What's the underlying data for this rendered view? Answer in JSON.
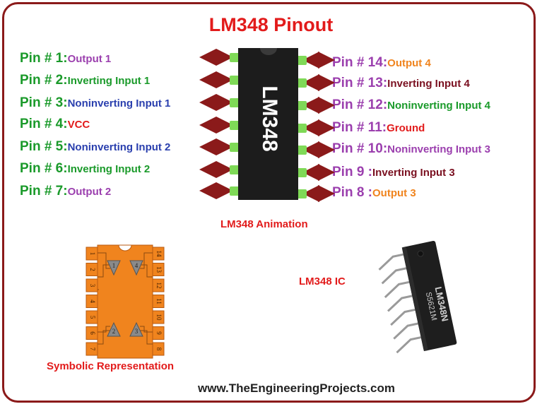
{
  "title": "LM348 Pinout",
  "chip_label": "LM348",
  "pins_left": [
    {
      "num": "Pin # 1:",
      "fn": "Output 1",
      "num_color": "#1a9a2a",
      "fn_color": "#9b3fae"
    },
    {
      "num": "Pin # 2:",
      "fn": "Inverting Input 1",
      "num_color": "#1a9a2a",
      "fn_color": "#1a9a2a"
    },
    {
      "num": "Pin # 3:",
      "fn": "Noninverting Input 1",
      "num_color": "#1a9a2a",
      "fn_color": "#2a3fae"
    },
    {
      "num": "Pin # 4:",
      "fn": "VCC",
      "num_color": "#1a9a2a",
      "fn_color": "#e21b1b"
    },
    {
      "num": "Pin # 5:",
      "fn": "Noninverting Input 2",
      "num_color": "#1a9a2a",
      "fn_color": "#2a3fae"
    },
    {
      "num": "Pin # 6:",
      "fn": "Inverting Input 2",
      "num_color": "#1a9a2a",
      "fn_color": "#1a9a2a"
    },
    {
      "num": "Pin # 7:",
      "fn": "Output 2",
      "num_color": "#1a9a2a",
      "fn_color": "#9b3fae"
    }
  ],
  "pins_right": [
    {
      "num": "Pin # 14:",
      "fn": "Output 4",
      "num_color": "#9b3fae",
      "fn_color": "#f0841e"
    },
    {
      "num": "Pin # 13:",
      "fn": "Inverting Input 4",
      "num_color": "#9b3fae",
      "fn_color": "#7a1020"
    },
    {
      "num": "Pin # 12:",
      "fn": "Noninverting Input 4",
      "num_color": "#9b3fae",
      "fn_color": "#1a9a2a"
    },
    {
      "num": "Pin # 11:",
      "fn": "Ground",
      "num_color": "#9b3fae",
      "fn_color": "#e21b1b"
    },
    {
      "num": "Pin # 10:",
      "fn": "Noninverting Input 3",
      "num_color": "#9b3fae",
      "fn_color": "#9b3fae"
    },
    {
      "num": "Pin  9 :",
      "fn": "Inverting Input 3",
      "num_color": "#9b3fae",
      "fn_color": "#7a1020"
    },
    {
      "num": "Pin  8 :",
      "fn": "Output 3",
      "num_color": "#9b3fae",
      "fn_color": "#f0841e"
    }
  ],
  "captions": {
    "animation": "LM348 Animation",
    "ic": "LM348 IC",
    "symbolic": "Symbolic Representation",
    "website": "www.TheEngineeringProjects.com"
  },
  "ic_marking": {
    "line1": "S5621M",
    "line2": "LM348N"
  },
  "symbol": {
    "left_pin_numbers": [
      "1",
      "2",
      "3",
      "4",
      "5",
      "6",
      "7"
    ],
    "right_pin_numbers": [
      "14",
      "13",
      "12",
      "11",
      "10",
      "9",
      "8"
    ],
    "amp_numbers": [
      "1",
      "4",
      "2",
      "3"
    ]
  },
  "colors": {
    "border": "#8b1a1a",
    "arrow": "#8b1a1a",
    "chip_body": "#1c1c1c",
    "chip_pin": "#7fd957",
    "symbol_body": "#f0841e"
  }
}
